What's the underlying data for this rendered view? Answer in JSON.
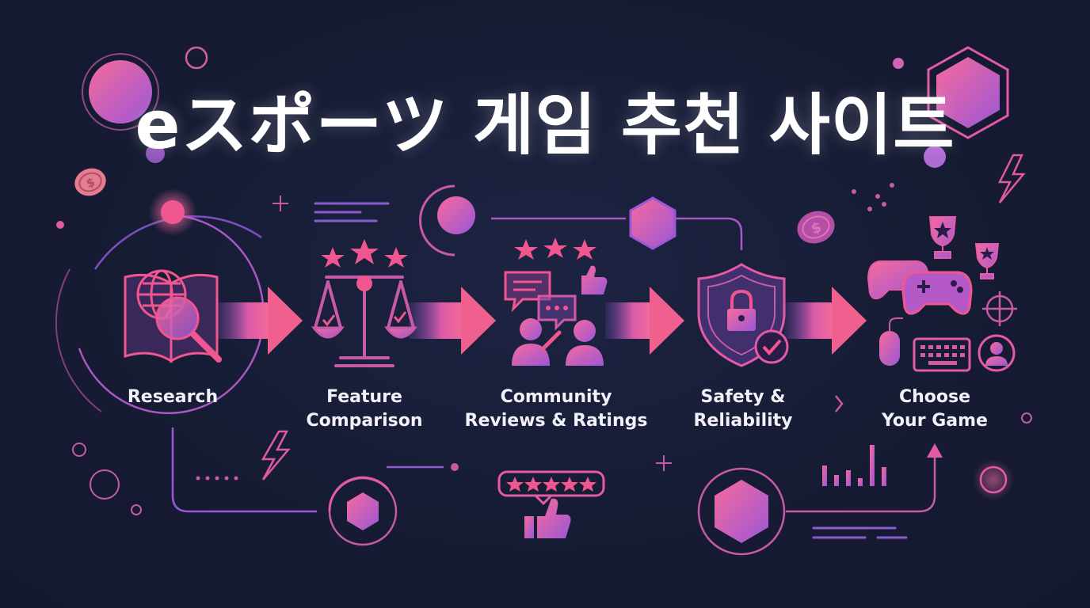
{
  "title": "eスポーツ 게임 추천 사이트",
  "steps": [
    {
      "line1": "Research",
      "line2": "",
      "icon": "globe-book-magnifier-icon"
    },
    {
      "line1": "Feature",
      "line2": "Comparison",
      "icon": "balance-scale-stars-icon"
    },
    {
      "line1": "Community",
      "line2": "Reviews & Ratings",
      "icon": "chat-people-stars-icon"
    },
    {
      "line1": "Safety &",
      "line2": "Reliability",
      "icon": "shield-lock-icon"
    },
    {
      "line1": "Choose",
      "line2": "Your Game",
      "icon": "gamepads-trophies-icon"
    }
  ],
  "colors": {
    "background": "#171c35",
    "accent_pink": "#f0568f",
    "accent_purple": "#9b5bd6",
    "text": "#ffffff"
  }
}
